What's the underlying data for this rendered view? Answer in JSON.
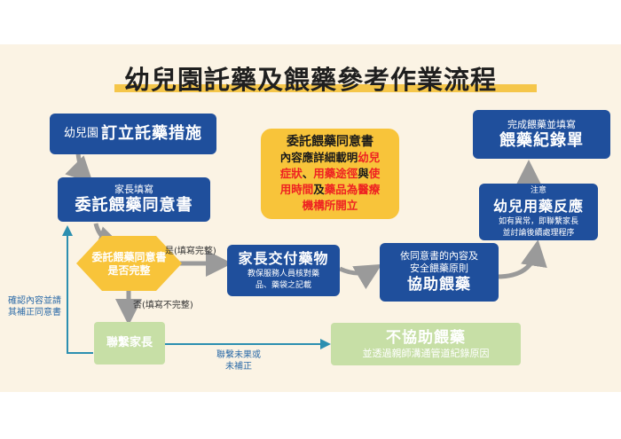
{
  "title": "幼兒園託藥及餵藥參考作業流程",
  "nodes": {
    "establish": {
      "small": "幼兒園",
      "big": "訂立託藥措施"
    },
    "parent_fill": {
      "small": "家長填寫",
      "big": "委託餵藥同意書"
    },
    "decision": {
      "line1": "委託餵藥同意書",
      "line2": "是否完整"
    },
    "hand_over": {
      "big": "家長交付藥物",
      "sub1": "教保服務人員核對藥",
      "sub2": "品、藥袋之記載"
    },
    "assist": {
      "line1": "依同意書的內容及",
      "line2": "安全餵藥原則",
      "big": "協助餵藥"
    },
    "reaction": {
      "small": "注意",
      "big": "幼兒用藥反應",
      "sub1": "如有異常，即聯繫家長",
      "sub2": "並討論後續處理程序"
    },
    "record": {
      "small": "完成餵藥並填寫",
      "big": "餵藥紀錄單"
    },
    "contact_parent": {
      "label": "聯繫家長"
    },
    "no_assist": {
      "big": "不協助餵藥",
      "sub": "並透過親師溝通管道紀錄原因"
    },
    "note": {
      "line1": "委託餵藥同意書",
      "line2_a": "內容應詳細載明",
      "line2_b": "幼兒",
      "line3_a": "症狀",
      "line3_b": "、",
      "line3_c": "用藥途徑",
      "line3_d": "與",
      "line3_e": "使",
      "line4_a": "用時間",
      "line4_b": "及",
      "line4_c": "藥品為醫療",
      "line5": "機構所開立"
    }
  },
  "edge_labels": {
    "yes": "是(填寫完整)",
    "no": "否(填寫不完整)",
    "confirm_1": "確認內容並請",
    "confirm_2": "其補正同意書",
    "unreached_1": "聯繫未果或",
    "unreached_2": "未補正"
  },
  "colors": {
    "box_blue": "#1f4f9c",
    "box_yellow": "#f8c43a",
    "box_green": "#c7dfa6",
    "arrow_grey": "#9a9a9a",
    "arrow_teal": "#2c8fb0",
    "highlight_red": "#e22222",
    "underline": "#f5c64a"
  }
}
